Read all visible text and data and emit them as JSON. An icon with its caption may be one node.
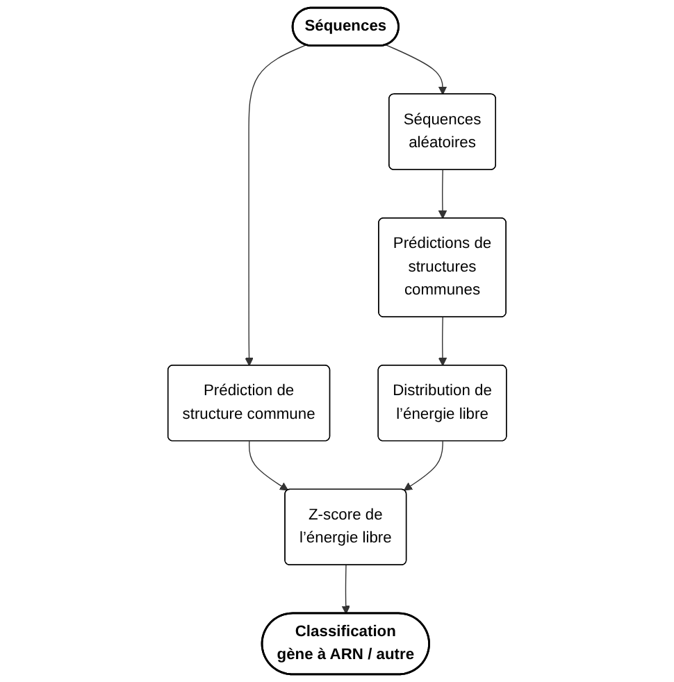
{
  "diagram": {
    "nodes": [
      {
        "text": [
          "Séquences"
        ]
      },
      {
        "text": [
          "Séquences aléatoires"
        ]
      },
      {
        "text": [
          "Prédiction de structure commune"
        ]
      },
      {
        "text": [
          "Prédictions de structures communes"
        ]
      },
      {
        "text": [
          "Z-score de l’énergie libre"
        ]
      },
      {
        "text": [
          "Distribution de l’énergie libre"
        ]
      },
      {
        "text": [
          "Classification gène à ARN / autre"
        ]
      }
    ],
    "edges": [
      {
        "from": 0,
        "to": 1,
        "arrow": "to"
      },
      {
        "from": 0,
        "to": 2,
        "arrow": "to"
      },
      {
        "from": 1,
        "to": 3,
        "arrow": "to"
      },
      {
        "from": 2,
        "to": 4,
        "arrow": "to"
      },
      {
        "from": 3,
        "to": 5,
        "arrow": "to"
      },
      {
        "from": 5,
        "to": 4,
        "arrow": "to"
      },
      {
        "from": 4,
        "to": 6,
        "arrow": "to"
      }
    ]
  }
}
